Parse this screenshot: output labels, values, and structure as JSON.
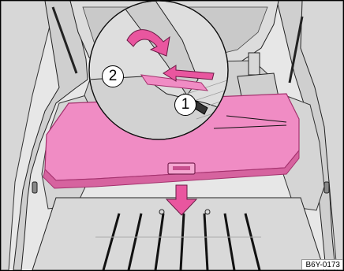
{
  "figure": {
    "code": "B6Y-0173",
    "callouts": [
      {
        "number": "1",
        "meaning": ""
      },
      {
        "number": "2",
        "meaning": ""
      }
    ],
    "colors": {
      "highlight": "#f08cc4",
      "highlight_dark": "#c8508f",
      "arrow": "#e9569f",
      "background": "#e6e6e6",
      "line": "#111111"
    }
  }
}
